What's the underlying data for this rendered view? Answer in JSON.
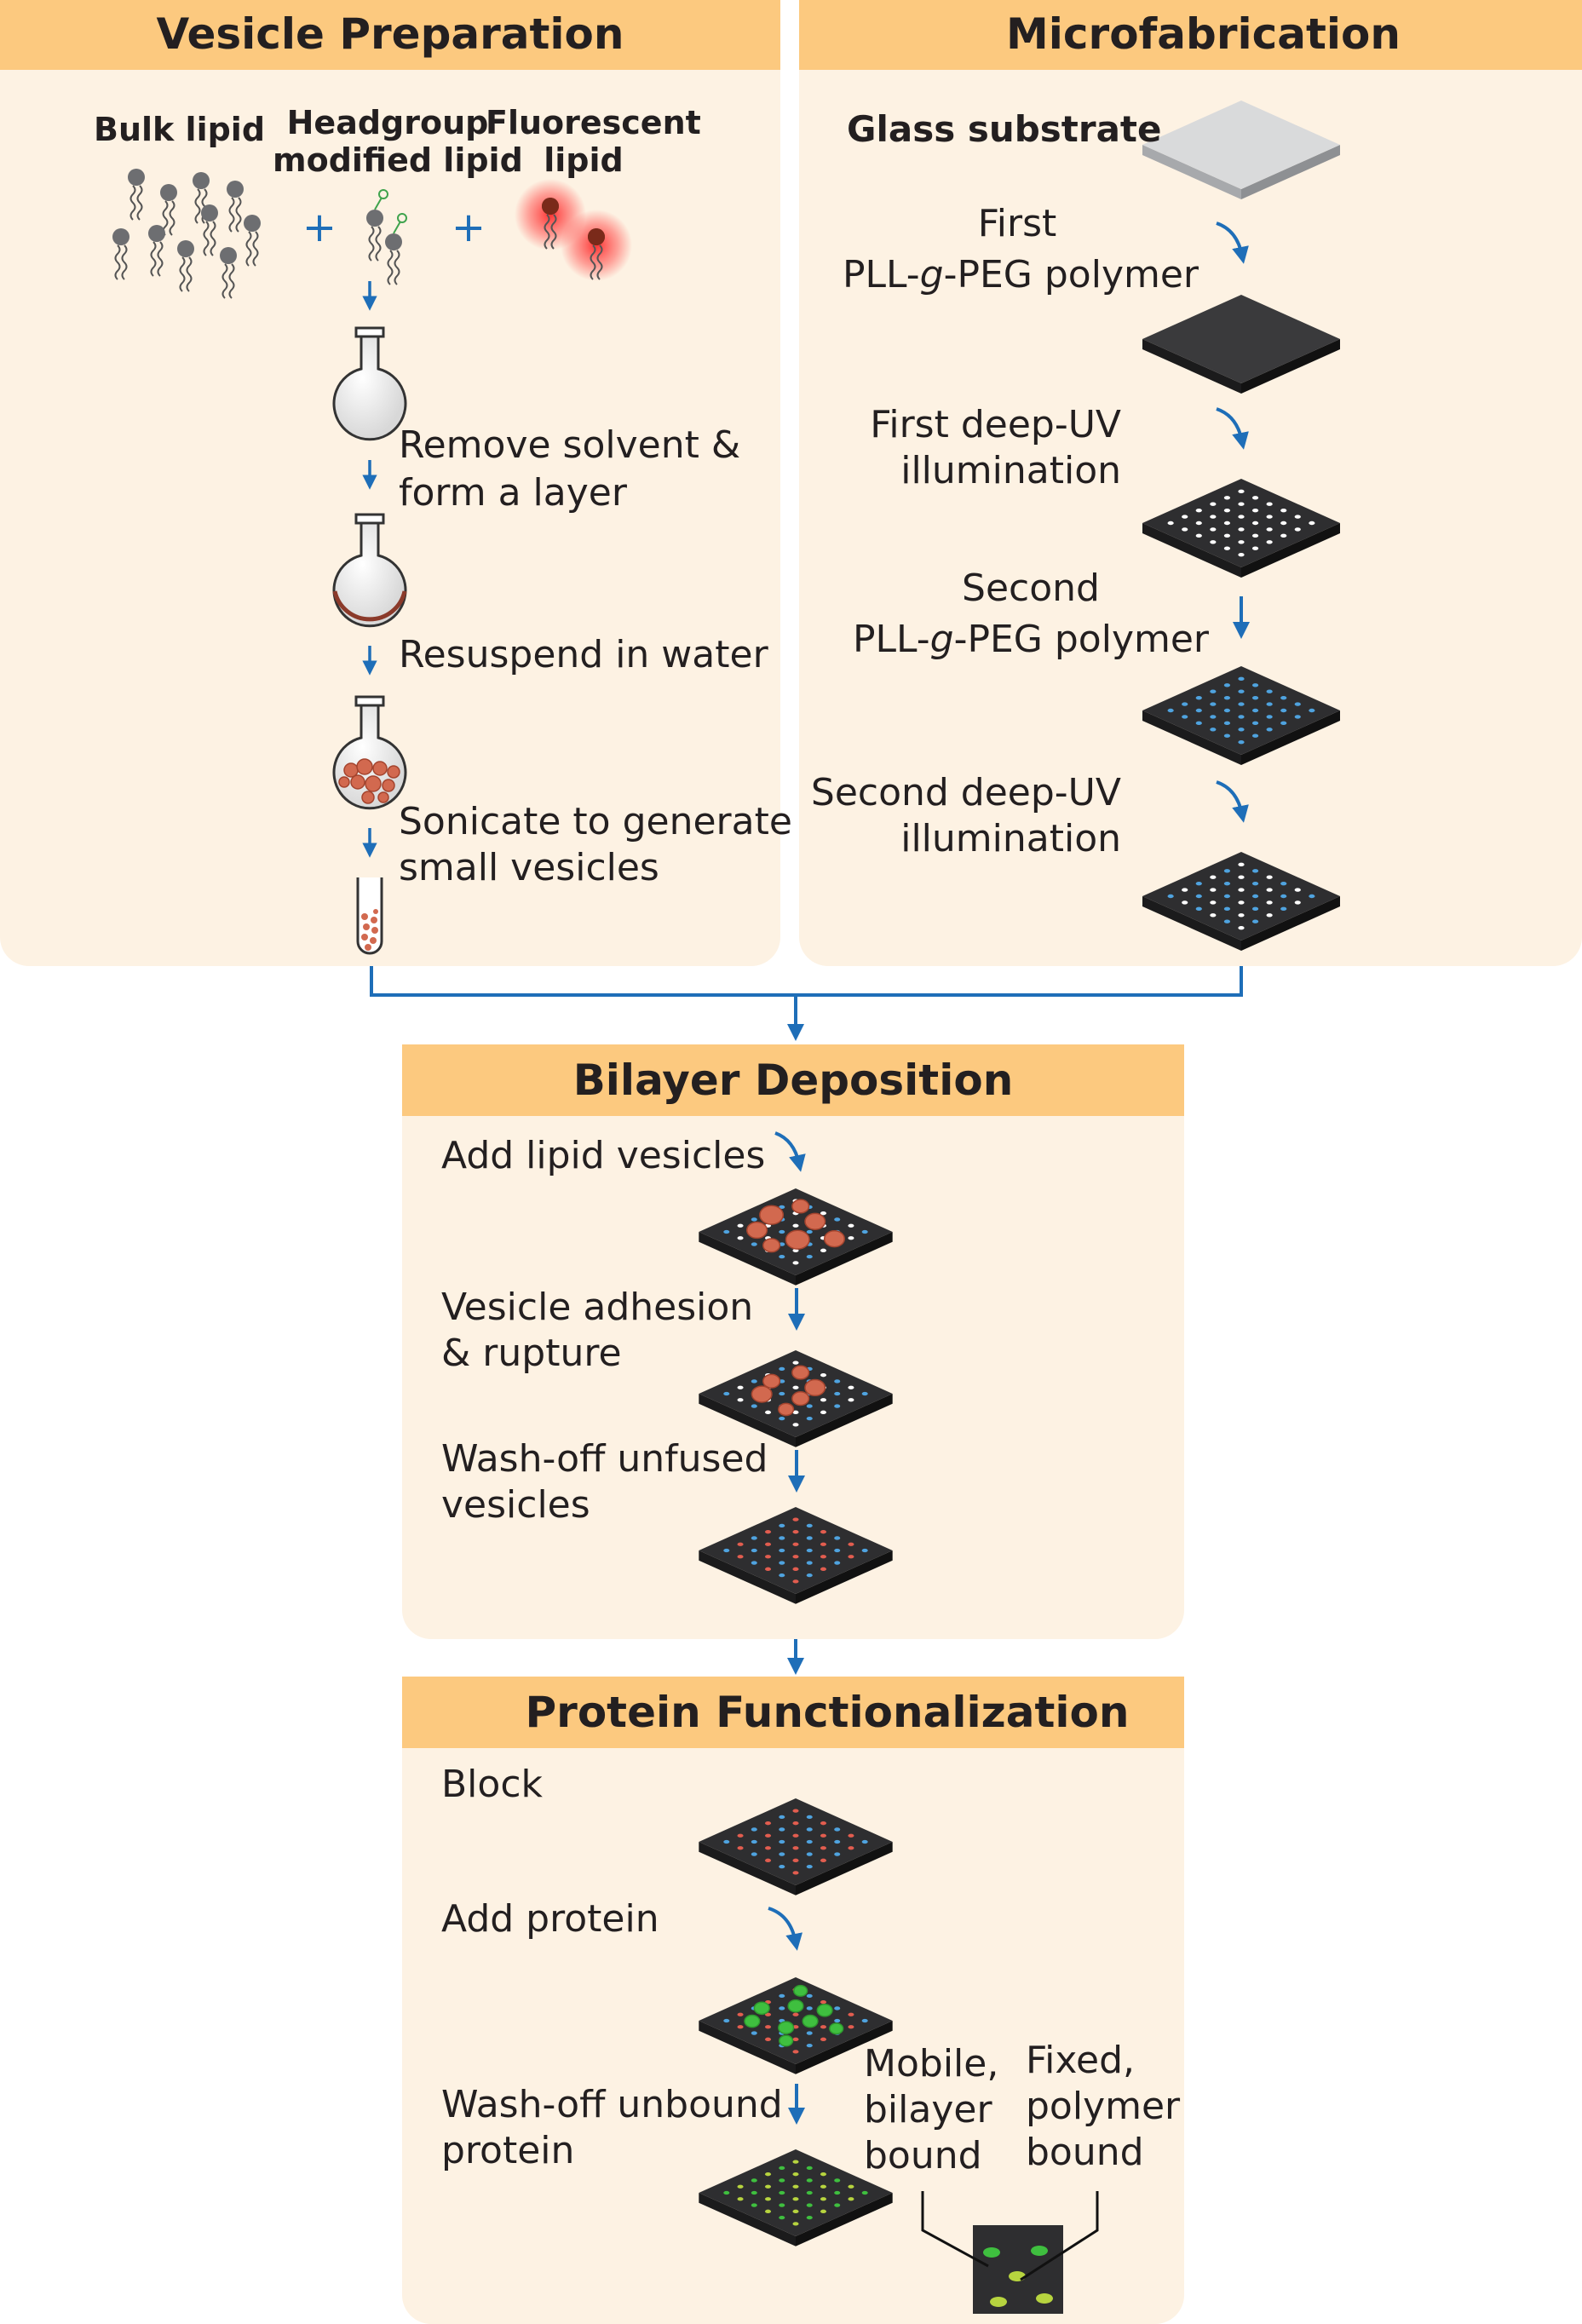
{
  "vesicle_preparation": {
    "title": "Vesicle Preparation",
    "bulk_lipid": "Bulk lipid",
    "headgroup_1": "Headgroup",
    "headgroup_2": "modified lipid",
    "fluorescent_1": "Fluorescent",
    "fluorescent_2": "lipid",
    "plus": "+",
    "remove_1": "Remove solvent &",
    "remove_2": "form a  layer",
    "resuspend": "Resuspend in water",
    "sonicate_1": "Sonicate to generate",
    "sonicate_2": "small vesicles"
  },
  "microfabrication": {
    "title": "Microfabrication",
    "glass": "Glass substrate",
    "first_pll_1": "First",
    "first_pll_2_pre": "PLL-",
    "first_pll_2_g": "g",
    "first_pll_2_post": "-PEG polymer",
    "first_uv_1": "First deep-UV",
    "first_uv_2": "illumination",
    "second_pll_1": "Second",
    "second_pll_2_pre": "PLL-",
    "second_pll_2_g": "g",
    "second_pll_2_post": "-PEG polymer",
    "second_uv_1": "Second deep-UV",
    "second_uv_2": "illumination"
  },
  "bilayer_deposition": {
    "title": "Bilayer Deposition",
    "add_vesicles": "Add lipid vesicles",
    "adhesion_1": "Vesicle adhesion",
    "adhesion_2": "& rupture",
    "wash_1": "Wash-off unfused",
    "wash_2": "vesicles"
  },
  "protein_functionalization": {
    "title": "Protein Functionalization",
    "block": "Block",
    "add_protein": "Add protein",
    "wash_1": "Wash-off unbound",
    "wash_2": "protein",
    "mobile_1": "Mobile,",
    "mobile_2": "bilayer",
    "mobile_3": "bound",
    "fixed_1": "Fixed,",
    "fixed_2": "polymer",
    "fixed_3": "bound"
  },
  "colors": {
    "panel": "#fdf2e3",
    "header": "#fcc97f",
    "arrow": "#1e6eb8",
    "chip_dark": "#2e2e30",
    "vesicle": "#d2694f",
    "blue_dot": "#4fa3df",
    "protein": "#3fbf3f",
    "fixed_protein": "#b7d43f"
  }
}
